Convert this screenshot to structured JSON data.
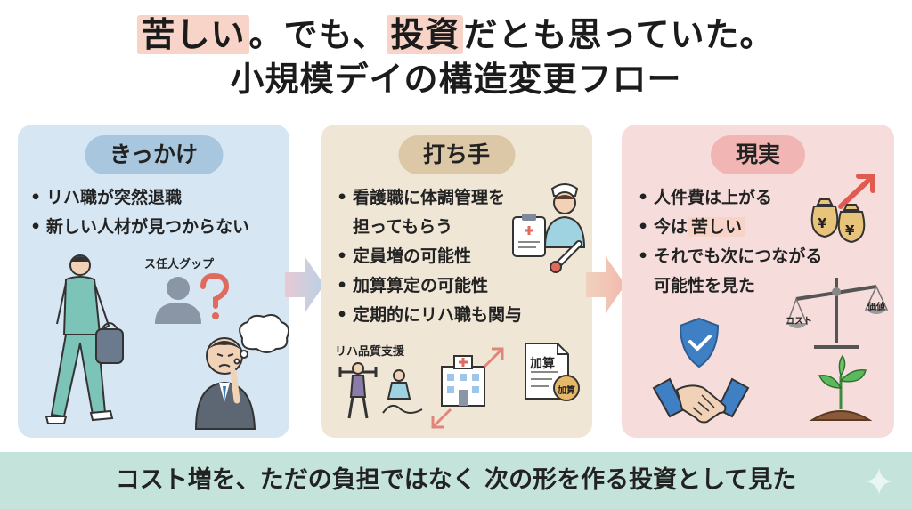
{
  "title": {
    "line1_hl1": "苦しい",
    "line1_mid": "。でも、",
    "line1_hl2": "投資",
    "line1_end": "だとも思っていた。",
    "line2": "小規模デイの構造変更フロー"
  },
  "panels": {
    "trigger": {
      "heading": "きっかけ",
      "bullets": [
        "リハ職が突然退職",
        "新しい人材が見つからない"
      ],
      "search_label": "ス任人グップ"
    },
    "moves": {
      "heading": "打ち手",
      "bullets": [
        "看護職に体調管理を",
        "担ってもらう",
        "定員増の可能性",
        "加算算定の可能性",
        "定期的にリハ職も関与"
      ],
      "rehab_label": "リハ品質支援",
      "doc_label": "加算",
      "coin_label": "加算"
    },
    "reality": {
      "heading": "現実",
      "bullet1": "人件費は上がる",
      "bullet2_pre": "今は",
      "bullet2_hl": "苦しい",
      "bullet3": "それでも次につながる",
      "bullet3_cont": "可能性を見た",
      "scale_left": "コスト",
      "scale_right": "価値",
      "yen": "¥"
    }
  },
  "bottom": {
    "text": "コスト増を、ただの負担ではなく 次の形を作る投資として見た"
  },
  "colors": {
    "trigger_bg": "#d6e6f2",
    "moves_bg": "#efe6d6",
    "reality_bg": "#f6dcda",
    "bottom_bg": "#c4e3da",
    "highlight": "#f8d4c8"
  }
}
